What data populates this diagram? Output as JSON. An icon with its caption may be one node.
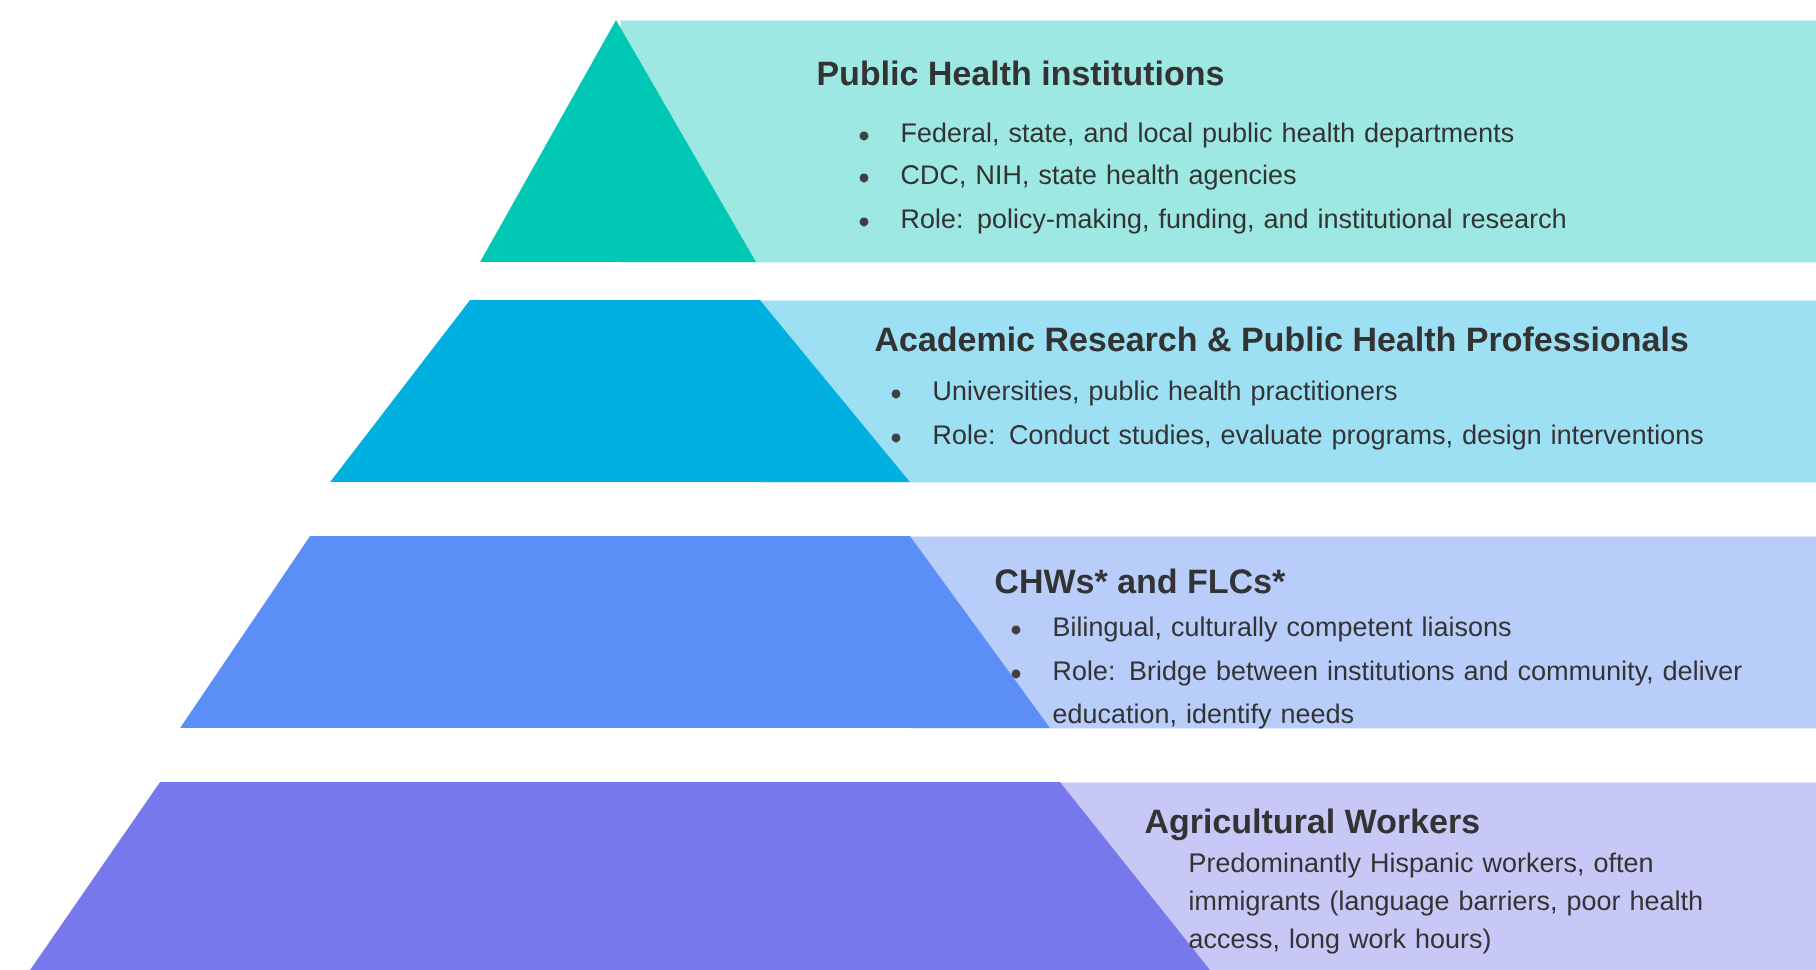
{
  "diagram": {
    "nodes": [
      {
        "text": [
          "Public Health institutions",
          "Federal, state, and local public health departments",
          "CDC, NIH, state health agencies",
          "Role: policy-making, funding, and institutional research"
        ]
      },
      {
        "text": [
          "Academic Research & Public Health Professionals",
          "Universities, public health practitioners",
          "Role: Conduct studies, evaluate programs, design interventions"
        ]
      },
      {
        "text": [
          "CHWs* and FLCs*",
          "Bilingual, culturally competent liaisons",
          "Role: Bridge between institutions and community, deliver education, identify needs"
        ]
      },
      {
        "text": [
          "Agricultural Workers",
          "Predominantly Hispanic workers, often immigrants (language barriers, poor health access, long work hours)"
        ]
      }
    ]
  }
}
